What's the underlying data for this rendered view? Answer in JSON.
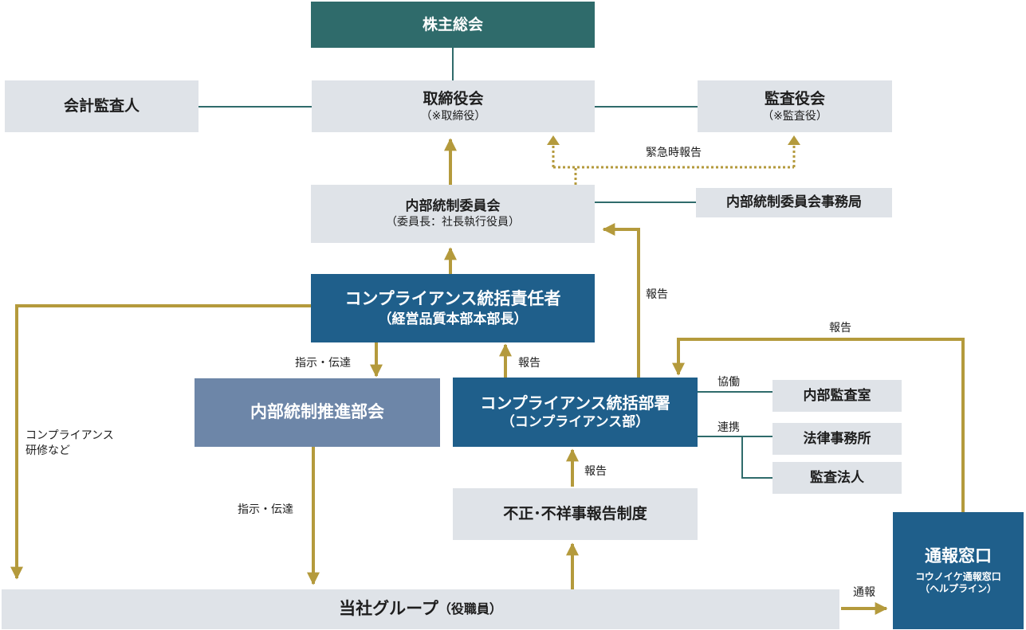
{
  "boxes": {
    "shareholders": {
      "title": "株主総会"
    },
    "auditor": {
      "title": "会計監査人"
    },
    "board": {
      "title": "取締役会",
      "sub": "（※取締役）"
    },
    "audit_board": {
      "title": "監査役会",
      "sub": "（※監査役）"
    },
    "ic_committee": {
      "title": "内部統制委員会",
      "sub": "（委員長：社長執行役員）"
    },
    "ic_secretariat": {
      "title": "内部統制委員会事務局"
    },
    "cco": {
      "title": "コンプライアンス統括責任者",
      "sub": "（経営品質本部本部長）"
    },
    "ic_promotion": {
      "title": "内部統制推進部会"
    },
    "compliance_dept": {
      "title": "コンプライアンス統括部署",
      "sub": "（コンプライアンス部）"
    },
    "internal_audit": {
      "title": "内部監査室"
    },
    "law_firm": {
      "title": "法律事務所"
    },
    "audit_corp": {
      "title": "監査法人"
    },
    "misconduct_system": {
      "title": "不正･不祥事報告制度"
    },
    "group": {
      "title": "当社グループ",
      "sub": "（役職員）"
    },
    "hotline": {
      "title": "通報窓口",
      "sub1": "コウノイケ通報窓口",
      "sub2": "（ヘルプライン）"
    }
  },
  "labels": {
    "emergency_report": "緊急時報告",
    "report_right": "報告",
    "report_hotline": "報告",
    "instruct1": "指示・伝達",
    "report_mid": "報告",
    "training_line1": "コンプライアンス",
    "training_line2": "研修など",
    "cooperate": "協働",
    "coordinate": "連携",
    "report_lower": "報告",
    "instruct2": "指示・伝達",
    "whistleblow": "通報"
  },
  "colors": {
    "arrow": "#b49a3c",
    "connector": "#2f6b6b",
    "box_gray": "#dfe3e8",
    "box_teal": "#2f6b6b",
    "box_blue": "#1f5f8b",
    "box_slate": "#6d86a8"
  }
}
